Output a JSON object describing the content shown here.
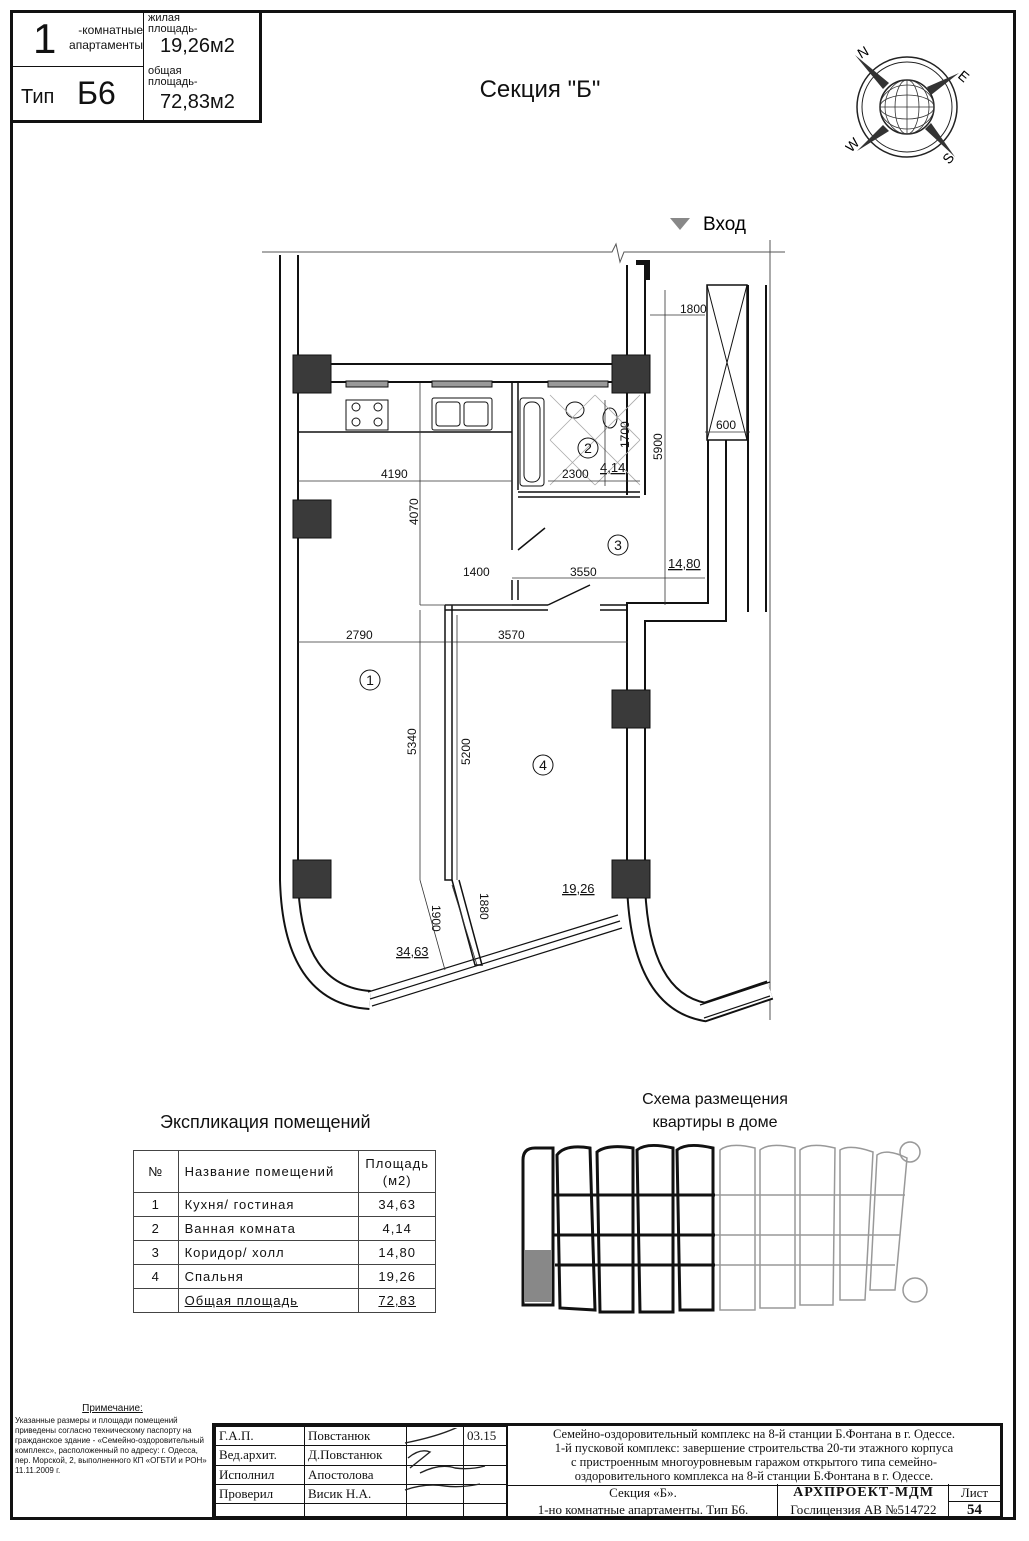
{
  "header": {
    "rooms_count": "1",
    "rooms_label": "-комнатные апартаменты",
    "type_label": "Тип",
    "type_value": "Б6",
    "living_area_label": "жилая площадь-",
    "living_area": "19,26м2",
    "total_area_label": "общая площадь-",
    "total_area": "72,83м2"
  },
  "section_title": "Секция \"Б\"",
  "compass": {
    "n": "N",
    "e": "E",
    "s": "S",
    "w": "W"
  },
  "entrance_label": "Вход",
  "plan": {
    "dimensions": {
      "d1800": "1800",
      "d600": "600",
      "d5900": "5900",
      "d1700": "1700",
      "d2300": "2300",
      "d4190": "4190",
      "d4070": "4070",
      "d1400": "1400",
      "d3550": "3550",
      "d2790": "2790",
      "d3570": "3570",
      "d5340": "5340",
      "d5200": "5200",
      "d1900": "1900",
      "d1880": "1880"
    },
    "room_markers": [
      "1",
      "2",
      "3",
      "4"
    ],
    "room_areas": {
      "r1": "34,63",
      "r2": "4,14",
      "r3": "14,80",
      "r4": "19,26"
    }
  },
  "explication": {
    "title": "Экспликация помещений",
    "headers": [
      "№",
      "Название помещений",
      "Площадь (м2)"
    ],
    "rows": [
      {
        "no": "1",
        "name": "Кухня/ гостиная",
        "area": "34,63"
      },
      {
        "no": "2",
        "name": "Ванная комната",
        "area": "4,14"
      },
      {
        "no": "3",
        "name": "Коридор/ холл",
        "area": "14,80"
      },
      {
        "no": "4",
        "name": "Спальня",
        "area": "19,26"
      }
    ],
    "total_label": "Общая площадь",
    "total_area": "72,83"
  },
  "scheme": {
    "title_line1": "Схема размещения",
    "title_line2": "квартиры в доме"
  },
  "note": {
    "title": "Примечание:",
    "text": "Указанные размеры и площади помещений приведены согласно техническому паспорту на гражданское здание - «Семейно-оздоровительный комплекс», расположенный по адресу: г. Одесса, пер. Морской, 2, выполненного КП «ОГБТИ и РОН» 11.11.2009 г."
  },
  "stamp": {
    "rows": [
      {
        "role": "Г.А.П.",
        "name": "Повстанюк",
        "date": "03.15"
      },
      {
        "role": "Вед.архит.",
        "name": "Д.Повстанюк",
        "date": ""
      },
      {
        "role": "Исполнил",
        "name": "Апостолова",
        "date": ""
      },
      {
        "role": "Проверил",
        "name": "Висик Н.А.",
        "date": ""
      }
    ],
    "project_line1": "Семейно-оздоровительный комплекс на 8-й станции Б.Фонтана в г. Одессе.",
    "project_line2": "1-й пусковой комплекс: завершение строительства 20-ти этажного корпуса",
    "project_line3": "с пристроенным многоуровневым гаражом открытого типа семейно-",
    "project_line4": "оздоровительного комплекса на 8-й станции Б.Фонтана в г. Одессе.",
    "sheet_title_line1": "Секция «Б».",
    "sheet_title_line2": "1-но комнатные апартаменты. Тип Б6.",
    "company": "АРХПРОЕКТ-МДМ",
    "license": "Гослицензия АВ №514722",
    "sheet_label": "Лист",
    "sheet_number": "54"
  }
}
